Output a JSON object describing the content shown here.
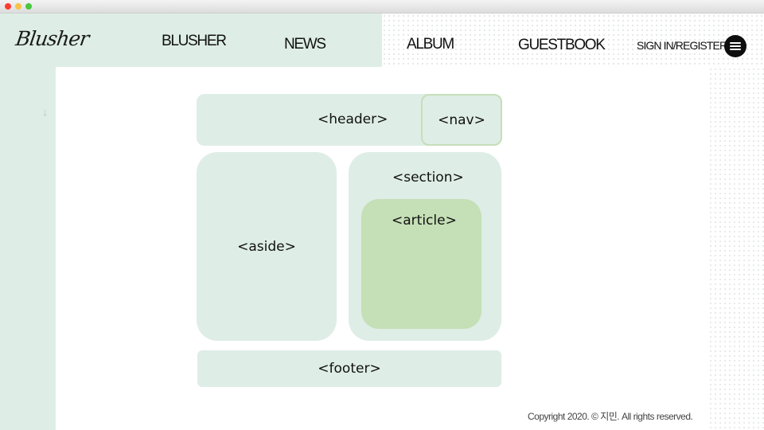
{
  "window": {
    "controls": [
      "close",
      "minimize",
      "maximize"
    ]
  },
  "header": {
    "logo": "Blusher",
    "nav": [
      "BLUSHER",
      "NEWS",
      "ALBUM",
      "GUESTBOOK"
    ],
    "signin": "SIGN IN/REGISTER",
    "menu_icon": "hamburger-icon"
  },
  "diagram": {
    "header": "<header>",
    "nav": "<nav>",
    "aside": "<aside>",
    "section": "<section>",
    "article": "<article>",
    "footer": "<footer>"
  },
  "footer": {
    "copyright": "Copyright 2020. © 지민. All rights reserved."
  },
  "colors": {
    "mint": "#deeee6",
    "article_green": "#c5dfb6",
    "nav_border": "#c6dfb8"
  }
}
